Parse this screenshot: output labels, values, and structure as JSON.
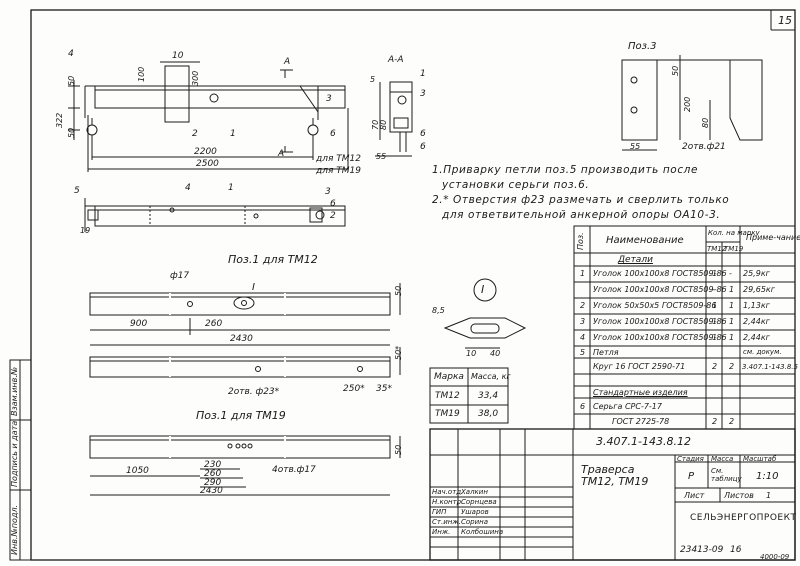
{
  "sheet": {
    "number": "15",
    "bottom_code": "23413-09",
    "bottom_sheet": "16",
    "corner_mark": "4000-09"
  },
  "views": {
    "section_label": "А-А",
    "cut_mark": "А",
    "dims_main": [
      "10",
      "50",
      "100",
      "300",
      "322",
      "50",
      "2200",
      "2500"
    ],
    "for_tm12": "для ТМ12",
    "for_tm19": "для ТМ19",
    "callouts": [
      "4",
      "2",
      "1",
      "3",
      "6",
      "5",
      "6",
      "1",
      "3",
      "2",
      "4",
      "5",
      "6"
    ],
    "dims_section": [
      "55",
      "70",
      "80",
      "5"
    ],
    "dim_19": "19"
  },
  "pos3": {
    "title": "Поз.3",
    "dims": [
      "50",
      "200",
      "80",
      "55"
    ],
    "hole_note": "2отв.ф21"
  },
  "pos1_tm12": {
    "title": "Поз.1  для ТМ12",
    "dims": [
      "ф17",
      "I",
      "50",
      "900",
      "260",
      "2430",
      "50*",
      "250*",
      "35*"
    ],
    "holes_note": "2отв. ф23*"
  },
  "pos1_tm19": {
    "title": "Поз.1  для ТМ19",
    "dims": [
      "230",
      "260",
      "290",
      "1050",
      "2430",
      "50"
    ],
    "holes_note": "4отв.ф17"
  },
  "detail": {
    "label": "I",
    "dims": [
      "8,5",
      "10",
      "40"
    ]
  },
  "notes": [
    "1.Приварку  петли поз.5 производить после",
    "установки серьги поз.6.",
    "2.* Отверстия  ф23  размечать и сверлить только",
    "для ответвительной анкерной опоры ОА10-3."
  ],
  "mass_table": {
    "headers": [
      "Марка",
      "Масса, кг"
    ],
    "rows": [
      [
        "ТМ12",
        "33,4"
      ],
      [
        "ТМ19",
        "38,0"
      ]
    ]
  },
  "spec": {
    "headers": {
      "pos": "Поз.",
      "name": "Наименование",
      "qty": "Кол. на марку",
      "tm12": "ТМ12",
      "tm19": "ТМ19",
      "note": "Приме-чание"
    },
    "rows": [
      {
        "pos": "",
        "name": "Детали",
        "tm12": "",
        "tm19": "",
        "note": ""
      },
      {
        "pos": "1",
        "name": "Уголок 100х100х8 ГОСТ8509-86",
        "tm12": "1",
        "tm19": "-",
        "note": "25,9кг"
      },
      {
        "pos": "",
        "name": "Уголок 100х100х8 ГОСТ8509-86",
        "tm12": "-",
        "tm19": "1",
        "note": "29,65кг"
      },
      {
        "pos": "2",
        "name": "Уголок 50х50х5 ГОСТ8509-86",
        "tm12": "1",
        "tm19": "1",
        "note": "1,13кг"
      },
      {
        "pos": "3",
        "name": "Уголок 100х100х8 ГОСТ8509-86",
        "tm12": "1",
        "tm19": "1",
        "note": "2,44кг"
      },
      {
        "pos": "4",
        "name": "Уголок 100х100х8 ГОСТ8509-86",
        "tm12": "1",
        "tm19": "1",
        "note": "2,44кг"
      },
      {
        "pos": "5",
        "name": "Петля",
        "tm12": "",
        "tm19": "",
        "note": "см. докум."
      },
      {
        "pos": "",
        "name": "Круг 16 ГОСТ 2590-71",
        "tm12": "2",
        "tm19": "2",
        "note": "3.407.1-143.8.5"
      },
      {
        "pos": "",
        "name": "",
        "tm12": "",
        "tm19": "",
        "note": ""
      },
      {
        "pos": "",
        "name": "Стандартные изделия",
        "tm12": "",
        "tm19": "",
        "note": ""
      },
      {
        "pos": "6",
        "name": "Серьга СРС-7-17",
        "tm12": "",
        "tm19": "",
        "note": ""
      },
      {
        "pos": "",
        "name": "ГОСТ 2725-78",
        "tm12": "2",
        "tm19": "2",
        "note": ""
      }
    ]
  },
  "title_block": {
    "doc_code": "3.407.1-143.8.12",
    "title_line1": "Траверса",
    "title_line2": "ТМ12, ТМ19",
    "stage_label": "Стадия",
    "mass_label": "Масса",
    "scale_label": "Масштаб",
    "stage": "Р",
    "mass": "См. таблицу",
    "scale": "1:10",
    "sheet_label": "Лист",
    "sheets_label": "Листов",
    "sheets_count": "1",
    "org": "СЕЛЬЭНЕРГОПРОЕКТ",
    "roles": [
      "Нач.отд.",
      "Н.контр.",
      "ГИП",
      "Ст.инж.",
      "Инж."
    ],
    "names": [
      "Халкин",
      "Сорнцева",
      "Ушаров",
      "Сорина",
      "Колбошина"
    ]
  },
  "side_strip": [
    "Взам.инв.№",
    "Подпись и дата",
    "Инв.№подл."
  ]
}
